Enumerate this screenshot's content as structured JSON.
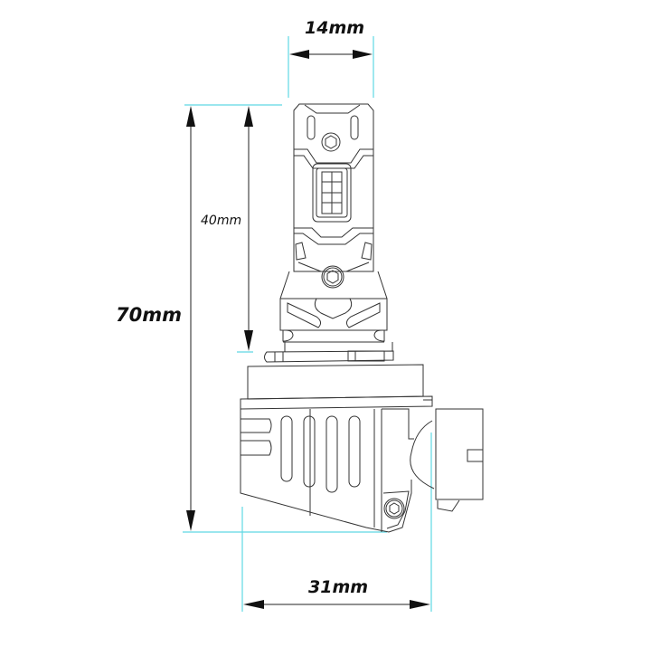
{
  "title": "LED headlight bulb dimension drawing",
  "dimensions": {
    "width_top": {
      "label": "14mm",
      "value_mm": 14
    },
    "led_height": {
      "label": "40mm",
      "value_mm": 40
    },
    "total_height": {
      "label": "70mm",
      "value_mm": 70
    },
    "base_width": {
      "label": "31mm",
      "value_mm": 31
    }
  },
  "colors": {
    "extension_lines": "#5fd8e4",
    "outline": "#333333",
    "text": "#111111"
  }
}
